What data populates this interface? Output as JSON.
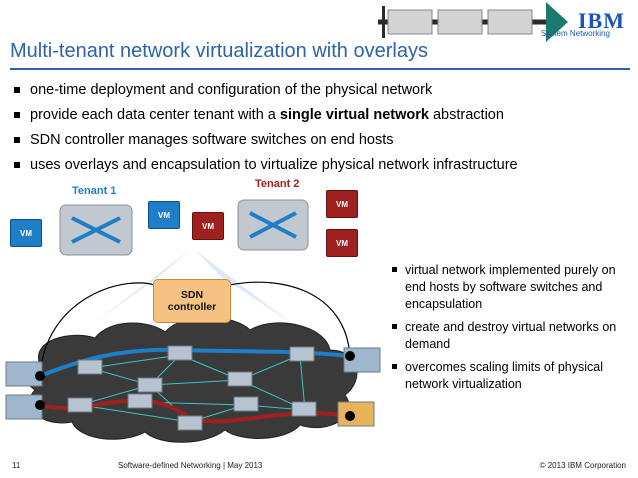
{
  "header": {
    "logo_text": "IBM",
    "logo_subtitle": "System Networking",
    "accent_color": "#1a57b3"
  },
  "slide": {
    "title": "Multi-tenant network virtualization with overlays",
    "bullets": [
      {
        "pre": "one-time deployment and configuration of the physical network",
        "bold": "",
        "post": ""
      },
      {
        "pre": "provide each data center tenant with a ",
        "bold": "single virtual network",
        "post": " abstraction"
      },
      {
        "pre": "SDN controller manages software switches on end hosts",
        "bold": "",
        "post": ""
      },
      {
        "pre": "uses overlays and encapsulation to virtualize physical network infrastructure",
        "bold": "",
        "post": ""
      }
    ],
    "side_bullets": [
      "virtual network implemented purely on end hosts by software switches and encapsulation",
      "create and destroy virtual networks on demand",
      "overcomes scaling limits of physical network virtualization"
    ]
  },
  "diagram": {
    "tenant1_label": "Tenant 1",
    "tenant2_label": "Tenant 2",
    "vm_label": "VM",
    "controller_line1": "SDN",
    "controller_line2": "controller",
    "tenant1_color": "#1e7ec8",
    "tenant2_color": "#a01f1f",
    "controller_color": "#f5c282"
  },
  "footer": {
    "page_number": "11",
    "center_text": "Software-defined Networking | May 2013",
    "copyright": "© 2013 IBM Corporation"
  }
}
